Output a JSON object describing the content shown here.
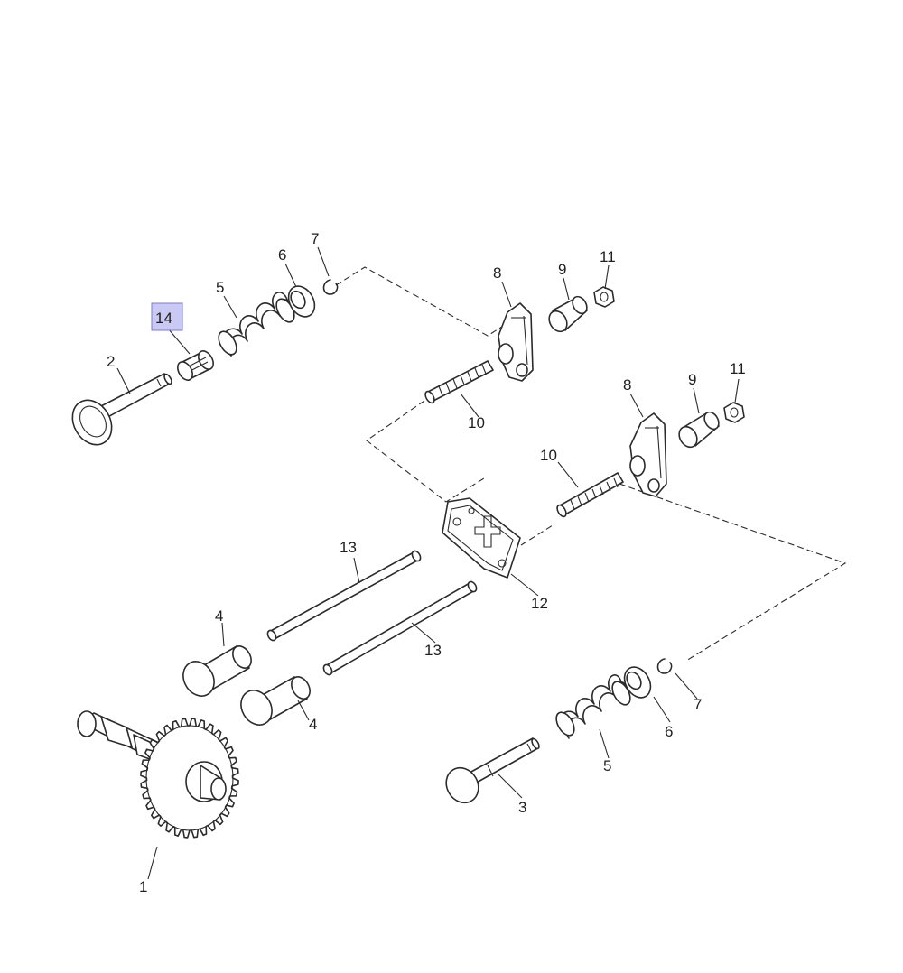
{
  "diagram": {
    "highlight_color": "#c9c9f4",
    "line_color": "#2b2b2b",
    "labels": {
      "p1": "1",
      "p2": "2",
      "p3": "3",
      "p4a": "4",
      "p4b": "4",
      "p5a": "5",
      "p5b": "5",
      "p6a": "6",
      "p6b": "6",
      "p7a": "7",
      "p7b": "7",
      "p8a": "8",
      "p8b": "8",
      "p9a": "9",
      "p9b": "9",
      "p10a": "10",
      "p10b": "10",
      "p11a": "11",
      "p11b": "11",
      "p12": "12",
      "p13a": "13",
      "p13b": "13",
      "p14": "14"
    },
    "highlighted_part": "14"
  }
}
